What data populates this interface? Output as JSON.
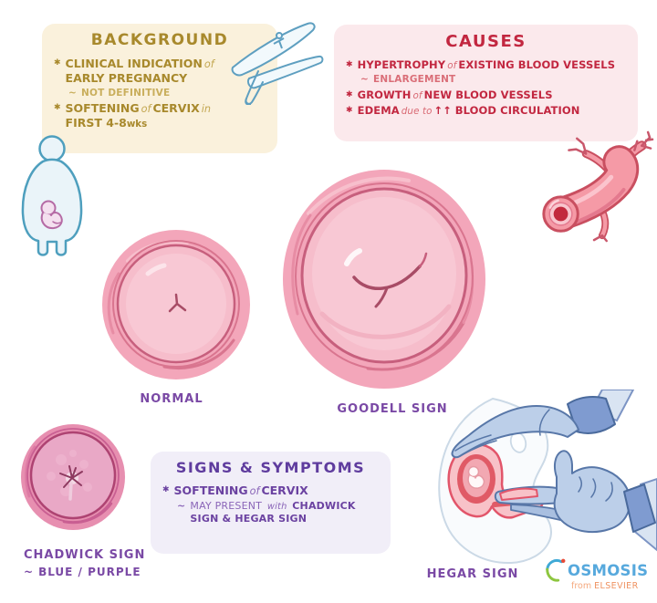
{
  "background_box": {
    "title": "BACKGROUND",
    "bullet1": {
      "s1": "CLINICAL INDICATION",
      "l1": "of",
      "s2": "EARLY PREGNANCY"
    },
    "bullet1_sub": "NOT DEFINITIVE",
    "bullet2": {
      "s1": "SOFTENING",
      "l1": "of",
      "s2": "CERVIX",
      "l2": "in",
      "s3": "FIRST 4-8",
      "s3_unit": "wks"
    }
  },
  "causes_box": {
    "title": "CAUSES",
    "bullet1": {
      "s1": "HYPERTROPHY",
      "l1": "of",
      "s2": "EXISTING BLOOD VESSELS"
    },
    "bullet1_sub": "ENLARGEMENT",
    "bullet2": {
      "s1": "GROWTH",
      "l1": "of",
      "s2": "NEW BLOOD VESSELS"
    },
    "bullet3": {
      "s1": "EDEMA",
      "l1": "due to",
      "arrows": "↑↑",
      "s2": "BLOOD CIRCULATION"
    }
  },
  "signs_box": {
    "title": "SIGNS & SYMPTOMS",
    "bullet1": {
      "s1": "SOFTENING",
      "l1": "of",
      "s2": "CERVIX"
    },
    "bullet1_sub": {
      "l1": "MAY PRESENT",
      "l2": "with",
      "s1": "CHADWICK SIGN & HEGAR SIGN"
    }
  },
  "labels": {
    "normal": "NORMAL",
    "goodell": "GOODELL SIGN",
    "chadwick": "CHADWICK SIGN",
    "chadwick_sub": "BLUE / PURPLE",
    "hegar": "HEGAR SIGN"
  },
  "glyphs": {
    "star": "✱",
    "tilde": "~"
  },
  "logo": {
    "brand": "OSMOSIS",
    "from": "from",
    "publisher": "ELSEVIER"
  },
  "illustrations": [
    "speculum",
    "pregnant-person",
    "blood-vessel",
    "cervix-normal",
    "cervix-goodell",
    "cervix-chadwick",
    "hegar-bimanual-exam",
    "osmosis-swirl"
  ],
  "colors": {
    "background_box_bg": "#faf1dc",
    "background_box_text": "#a8892c",
    "causes_box_bg": "#fbe9ec",
    "causes_box_text": "#c22740",
    "signs_box_bg": "#f1eef8",
    "signs_box_text": "#5f3c9e",
    "label_purple": "#7a49a5",
    "cervix_pink": "#f3a6ba",
    "chadwick_pink": "#e78fb0",
    "glove_blue": "#bccfe9",
    "logo_blue": "#57a9dd",
    "elsevier_orange": "#ef9261"
  }
}
